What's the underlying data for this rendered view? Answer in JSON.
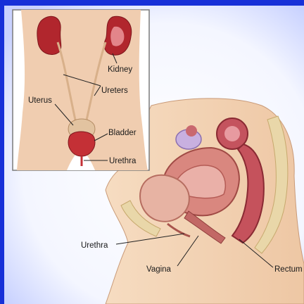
{
  "labels": {
    "kidney": "Kidney",
    "ureters": "Ureters",
    "uterus": "Uterus",
    "bladder": "Bladder",
    "urethra_inset": "Urethra",
    "urethra_main": "Urethra",
    "vagina": "Vagina",
    "rectum": "Rectum"
  },
  "colors": {
    "frame_blue": "#1730d8",
    "skin": "#f2d2b4",
    "organ_red": "#b8242a",
    "pink_tissue": "#e7a9a3"
  }
}
